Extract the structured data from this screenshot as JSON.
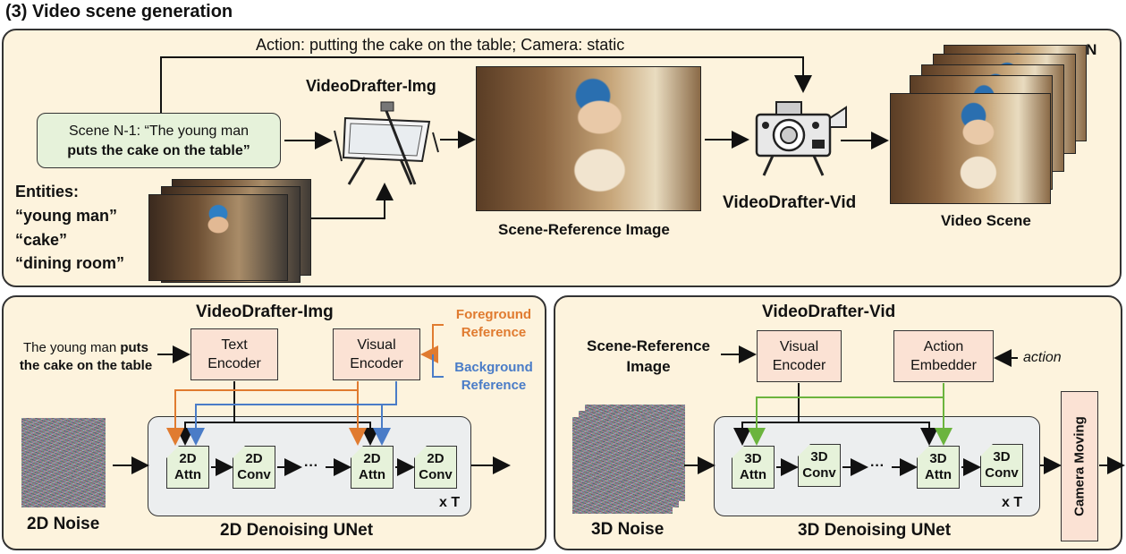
{
  "section": {
    "title": "(3) Video scene generation"
  },
  "top": {
    "action_camera": "Action: putting the cake on the table; Camera: static",
    "repeat": "x N",
    "scene_prefix": "Scene N-1: “The young man",
    "scene_bold": "puts the cake on the table”",
    "entities_label": "Entities:",
    "entities": [
      "“young man”",
      "“cake”",
      "“dining room”"
    ],
    "img_model": "VideoDrafter-Img",
    "ref_image_caption": "Scene-Reference Image",
    "vid_model": "VideoDrafter-Vid",
    "video_scene_caption": "Video Scene"
  },
  "img_panel": {
    "title": "VideoDrafter-Img",
    "prompt_prefix": "The young man ",
    "prompt_bold1": "puts",
    "prompt_bold2": "the cake on the table",
    "text_encoder": [
      "Text",
      "Encoder"
    ],
    "visual_encoder": [
      "Visual",
      "Encoder"
    ],
    "fg_ref": [
      "Foreground",
      "Reference"
    ],
    "bg_ref": [
      "Background",
      "Reference"
    ],
    "noise_label": "2D Noise",
    "unet_label": "2D Denoising UNet",
    "repeat": "x T",
    "blocks": [
      [
        "2D",
        "Attn"
      ],
      [
        "2D",
        "Conv"
      ],
      [
        "2D",
        "Attn"
      ],
      [
        "2D",
        "Conv"
      ]
    ],
    "ellipsis": "···",
    "colors": {
      "foreground": "#e07b30",
      "background": "#4a7cc7"
    }
  },
  "vid_panel": {
    "title": "VideoDrafter-Vid",
    "scene_ref": [
      "Scene-Reference",
      "Image"
    ],
    "visual_encoder": [
      "Visual",
      "Encoder"
    ],
    "action_embedder": [
      "Action",
      "Embedder"
    ],
    "action_word": "action",
    "noise_label": "3D Noise",
    "unet_label": "3D Denoising UNet",
    "repeat": "x T",
    "blocks": [
      [
        "3D",
        "Attn"
      ],
      [
        "3D",
        "Conv"
      ],
      [
        "3D",
        "Attn"
      ],
      [
        "3D",
        "Conv"
      ]
    ],
    "ellipsis": "···",
    "camera_moving": "Camera Moving",
    "colors": {
      "action": "#6bb43e"
    }
  }
}
